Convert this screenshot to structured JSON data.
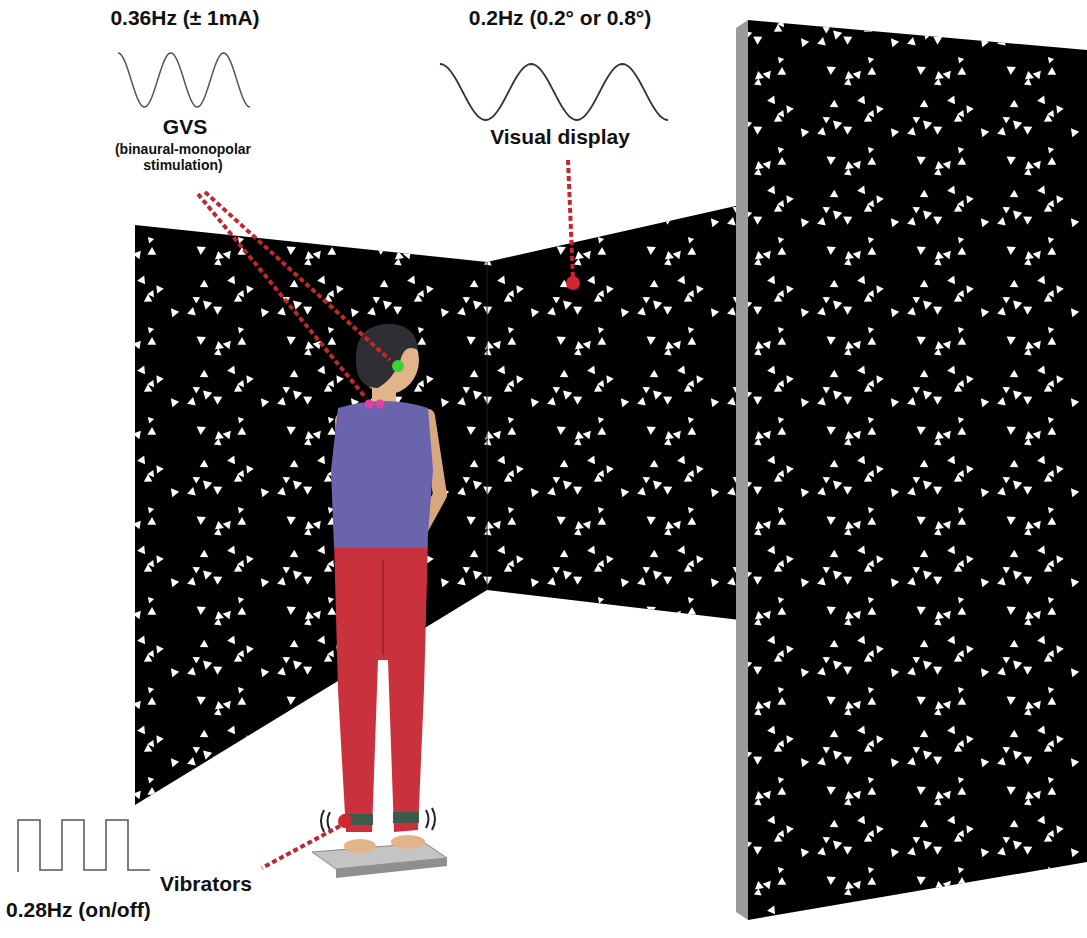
{
  "diagram": {
    "labels": [
      "0.36Hz (± 1mA)",
      "GVS",
      "(binaural-monopolar stimulation)",
      "0.2Hz (0.2° or 0.8°)",
      "Visual display",
      "Vibrators",
      "0.28Hz (on/off)"
    ]
  }
}
